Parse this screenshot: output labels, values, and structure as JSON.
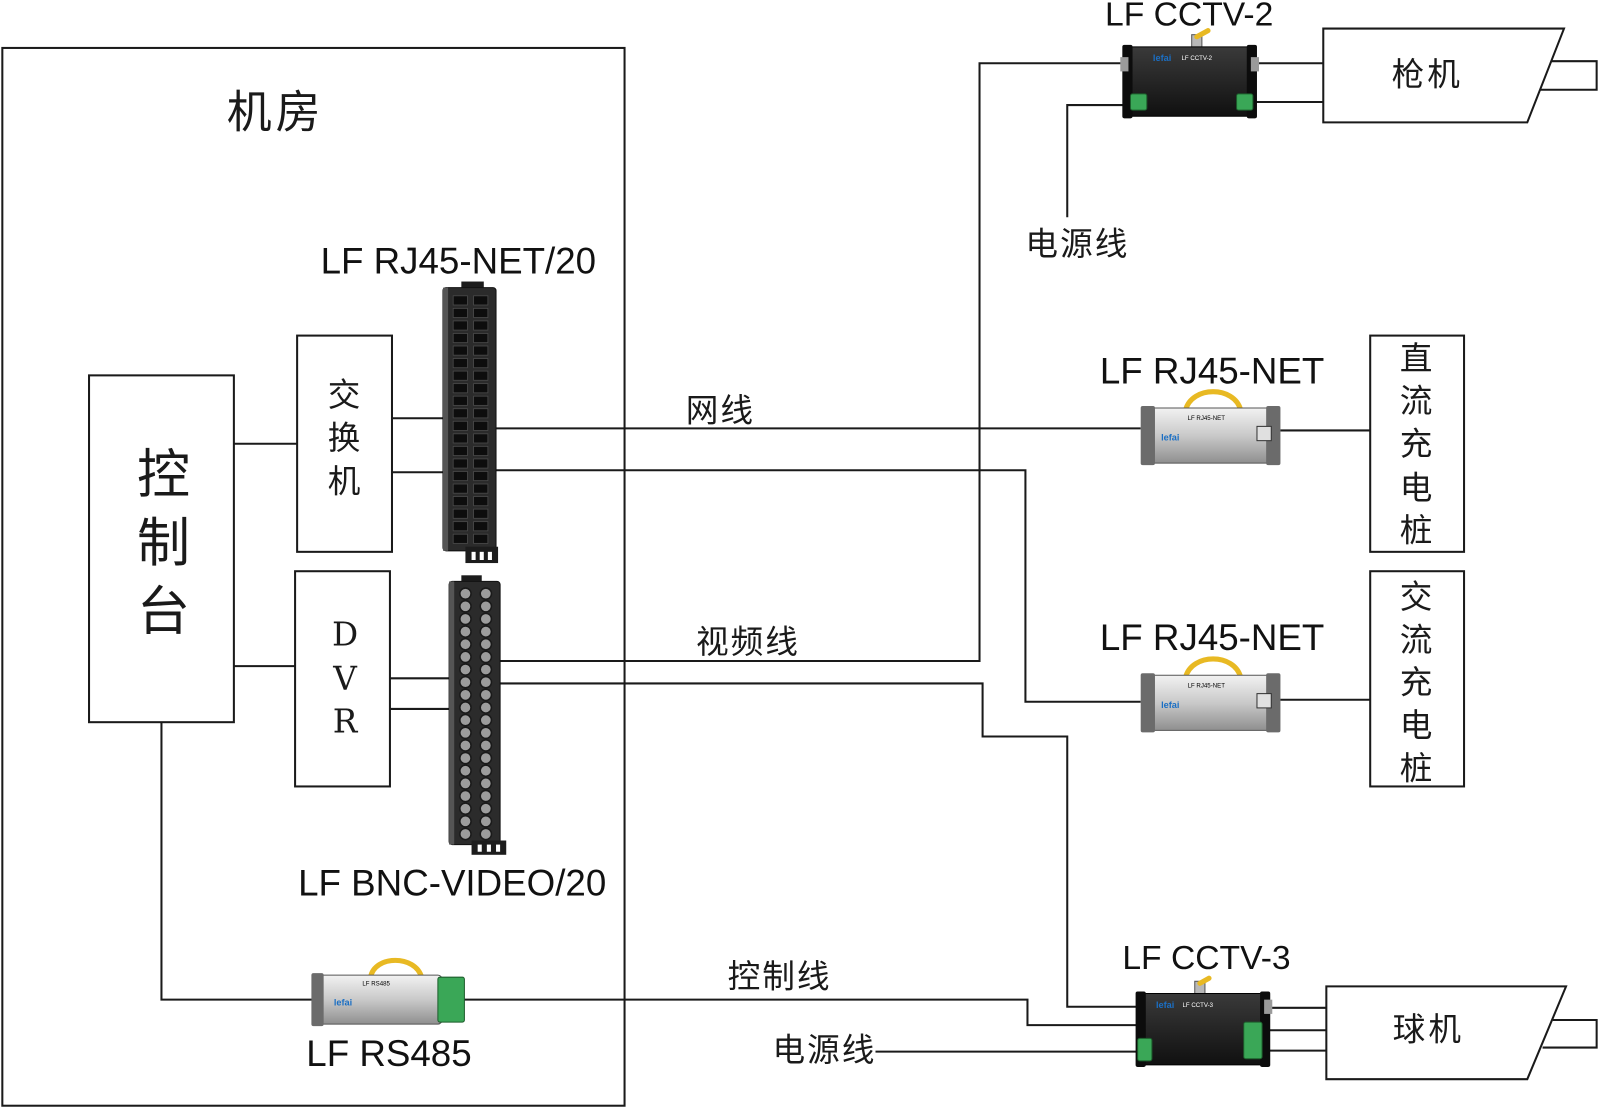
{
  "room": {
    "title": "机房"
  },
  "console": {
    "chars": [
      "控",
      "制",
      "台"
    ]
  },
  "switch": {
    "chars": [
      "交",
      "换",
      "机"
    ]
  },
  "dvr": {
    "chars": [
      "D",
      "V",
      "R"
    ]
  },
  "rj45_panel": {
    "label": "LF RJ45-NET/20"
  },
  "bnc_panel": {
    "label": "LF BNC-VIDEO/20"
  },
  "rs485": {
    "label": "LF RS485"
  },
  "brand": "lefai",
  "cables": {
    "network": "网线",
    "video": "视频线",
    "control": "控制线",
    "power_top": "电源线",
    "power_bottom": "电源线"
  },
  "cctv2": {
    "label": "LF CCTV-2"
  },
  "cctv3": {
    "label": "LF CCTV-3"
  },
  "rj45_dc": {
    "label": "LF RJ45-NET"
  },
  "rj45_ac": {
    "label": "LF RJ45-NET"
  },
  "gun_camera": {
    "label": "枪机"
  },
  "dome_camera": {
    "label": "球机"
  },
  "dc_pile": {
    "chars": [
      "直",
      "流",
      "充",
      "电",
      "桩"
    ]
  },
  "ac_pile": {
    "chars": [
      "交",
      "流",
      "充",
      "电",
      "桩"
    ]
  },
  "colors": {
    "line": "#1a1a1a",
    "panel": "#2b2b2b",
    "surge_cable": "#e8b923",
    "terminal": "#3aa757",
    "brand": "#1b6fc4"
  }
}
